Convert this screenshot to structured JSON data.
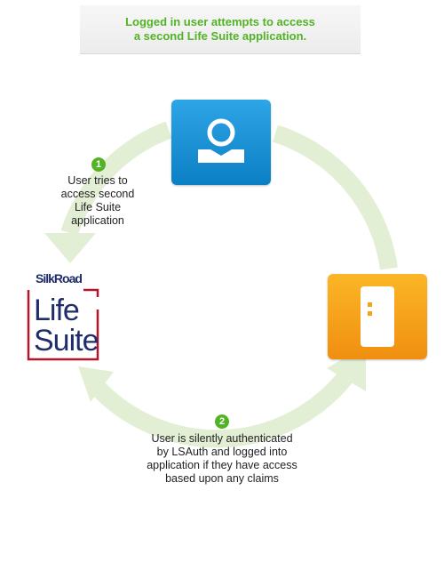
{
  "header": {
    "title": "Logged in user attempts to access\na second Life Suite application."
  },
  "nodes": {
    "user": {
      "icon": "user-profile-icon",
      "color": "#1a8fd4"
    },
    "application": {
      "icon": "application-door-icon",
      "color": "#f6a21b"
    },
    "logo": {
      "brand": "SilkRoad",
      "word_top": "Life",
      "word_bottom": "Suite",
      "brand_color": "#1f2e6a",
      "frame_color": "#b5152b"
    }
  },
  "steps": [
    {
      "number": "1",
      "text": "User tries to\naccess second\nLife Suite\napplication"
    },
    {
      "number": "2",
      "text": "User is silently authenticated\nby LSAuth and logged into\napplication if they have access\nbased upon any claims"
    }
  ],
  "colors": {
    "accent_green": "#52b325",
    "arrow": "#e3efd4"
  }
}
